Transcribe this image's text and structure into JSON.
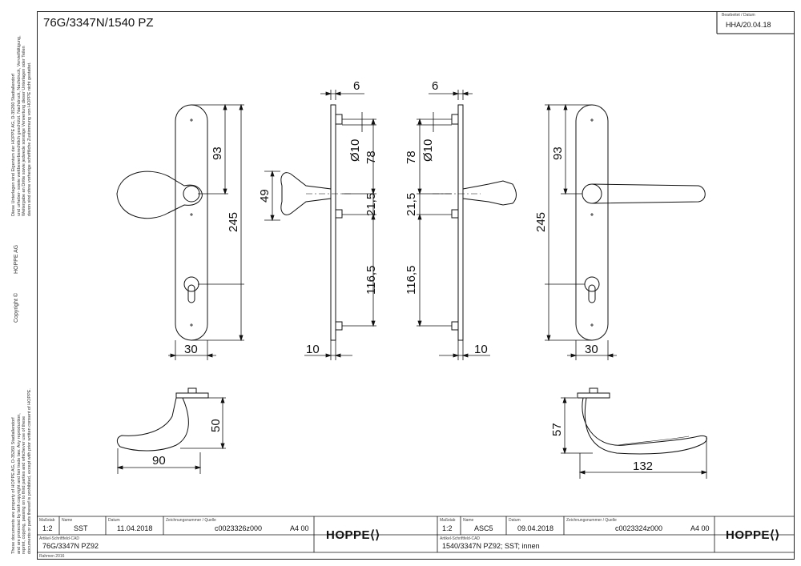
{
  "side_text": {
    "top_lines": [
      "Diese Unterlagen sind Eigentum der HOPPE AG, D-35260 Stadtallendorf",
      "und urheber- sowie wettbewerbsrechtlich geschützt. Nachdruck, Nachdruck, Vervielfältigung,",
      "Weitergabe an Dritte sowie jedwede sonstige Verwertung dieser Unterlagen oder Teilen",
      "davon sind ohne vorherige schriftliche Zustimmung von HOPPE nicht gestattet."
    ],
    "company": "HOPPE AG",
    "copyright": "Copyright ©",
    "bottom_lines": [
      "These documents are property of HOPPE AG, D-35260 Stadtallendorf",
      "and are protected by both copyright and fair trade law. Any reproduction,",
      "reprint, copying, passing on to third parties and whichever use of these",
      "documents or parts thereof is prohibited, except with prior written consent of HOPPE."
    ]
  },
  "header": {
    "title": "76G/3347N/1540 PZ",
    "revision_label": "Bearbeitet / Datum",
    "revision_value": "HHA/20.04.18"
  },
  "dimensions": {
    "left_plate_93": "93",
    "left_plate_245": "245",
    "left_width_30": "30",
    "knob_49": "49",
    "left_side_6": "6",
    "left_side_dia": "Ø10",
    "left_side_78": "78",
    "left_side_21_5": "21,5",
    "left_side_116_5": "116,5",
    "left_side_10": "10",
    "right_side_6": "6",
    "right_side_dia": "Ø10",
    "right_side_78": "78",
    "right_side_21_5": "21,5",
    "right_side_116_5": "116,5",
    "right_side_10": "10",
    "right_plate_93": "93",
    "right_plate_245": "245",
    "right_width_30": "30",
    "left_lever_90": "90",
    "left_lever_50": "50",
    "right_lever_57": "57",
    "right_lever_132": "132"
  },
  "title_blocks": [
    {
      "labels": {
        "scale": "Maßstab",
        "name": "Name",
        "date": "Datum",
        "drawing": "Zeichnungsnummer / Quelle",
        "article": "Artikel-Schriftfeld-CAD"
      },
      "scale": "1:2",
      "name": "SST",
      "date": "11.04.2018",
      "drawing_no": "c0023326z000",
      "format": "A4 00",
      "article": "76G/3347N    PZ92",
      "logo": "HOPPE"
    },
    {
      "labels": {
        "scale": "Maßstab",
        "name": "Name",
        "date": "Datum",
        "drawing": "Zeichnungsnummer / Quelle",
        "article": "Artikel-Schriftfeld-CAD"
      },
      "scale": "1:2",
      "name": "ASC5",
      "date": "09.04.2018",
      "drawing_no": "c0023324z000",
      "format": "A4 00",
      "article": "1540/3347N PZ92; SST; innen",
      "logo": "HOPPE"
    }
  ],
  "footer_note": "Rahmen 2016",
  "colors": {
    "line": "#111111",
    "frame": "#222222"
  }
}
